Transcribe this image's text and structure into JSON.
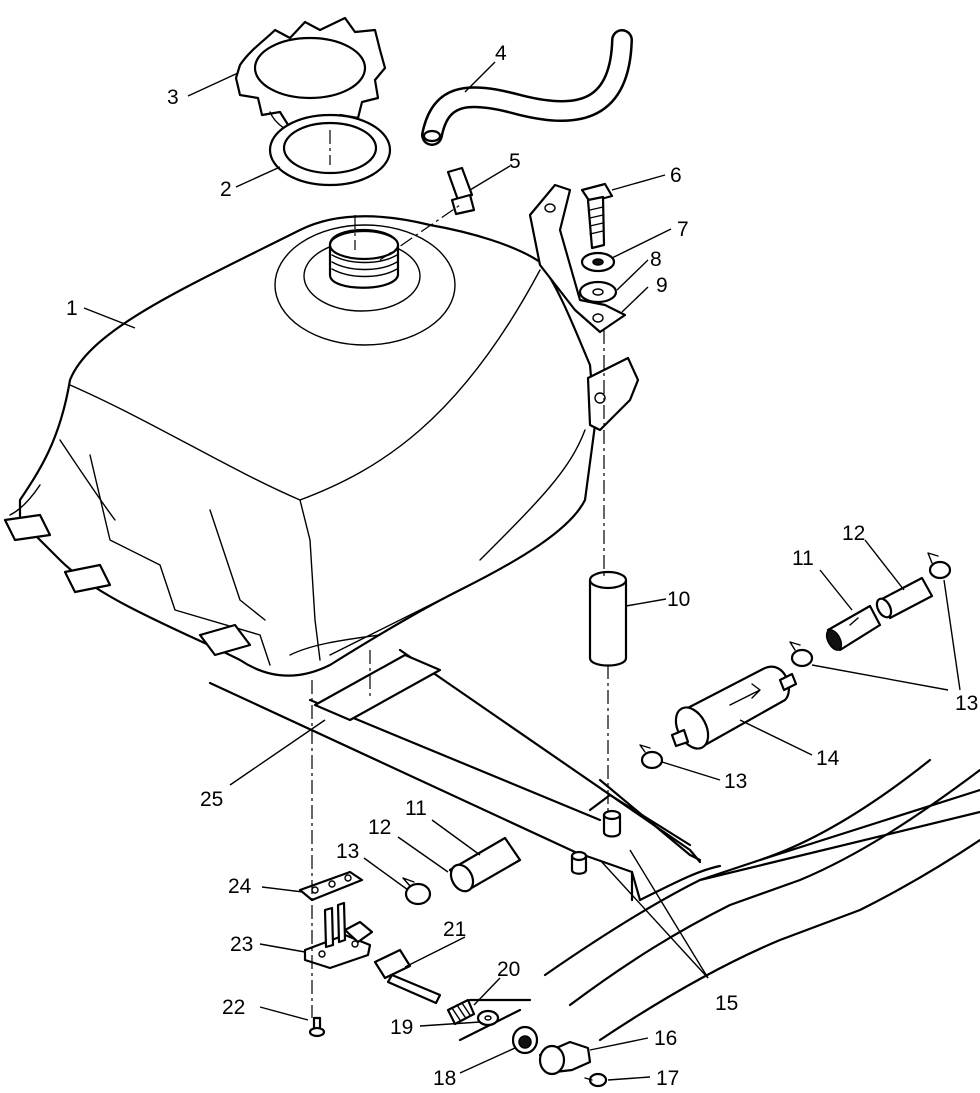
{
  "callouts": [
    {
      "id": "c1",
      "text": "1"
    },
    {
      "id": "c2",
      "text": "2"
    },
    {
      "id": "c3",
      "text": "3"
    },
    {
      "id": "c4",
      "text": "4"
    },
    {
      "id": "c5",
      "text": "5"
    },
    {
      "id": "c6",
      "text": "6"
    },
    {
      "id": "c7",
      "text": "7"
    },
    {
      "id": "c8",
      "text": "8"
    },
    {
      "id": "c9",
      "text": "9"
    },
    {
      "id": "c10",
      "text": "10"
    },
    {
      "id": "c11a",
      "text": "11"
    },
    {
      "id": "c12a",
      "text": "12"
    },
    {
      "id": "c13a",
      "text": "13"
    },
    {
      "id": "c14",
      "text": "14"
    },
    {
      "id": "c13b",
      "text": "13"
    },
    {
      "id": "c25",
      "text": "25"
    },
    {
      "id": "c11b",
      "text": "11"
    },
    {
      "id": "c12b",
      "text": "12"
    },
    {
      "id": "c13c",
      "text": "13"
    },
    {
      "id": "c24",
      "text": "24"
    },
    {
      "id": "c23",
      "text": "23"
    },
    {
      "id": "c21",
      "text": "21"
    },
    {
      "id": "c20",
      "text": "20"
    },
    {
      "id": "c22",
      "text": "22"
    },
    {
      "id": "c19",
      "text": "19"
    },
    {
      "id": "c15",
      "text": "15"
    },
    {
      "id": "c16",
      "text": "16"
    },
    {
      "id": "c18",
      "text": "18"
    },
    {
      "id": "c17",
      "text": "17"
    }
  ]
}
